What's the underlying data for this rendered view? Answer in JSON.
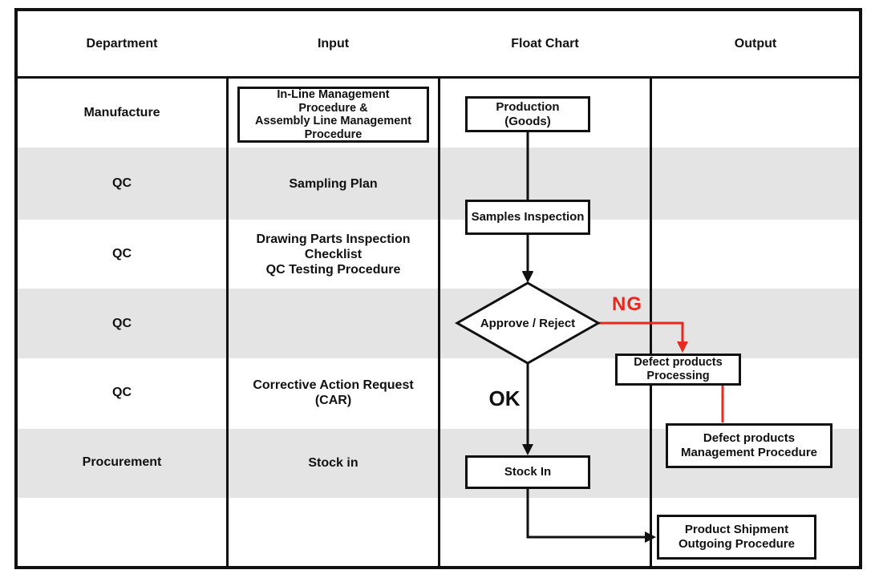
{
  "colors": {
    "accent_red": "#e8281e",
    "stripe_gray": "#e4e4e4",
    "line_black": "#111111"
  },
  "header": {
    "department": "Department",
    "input": "Input",
    "float_chart": "Float Chart",
    "output": "Output"
  },
  "departments": [
    {
      "label": "Manufacture"
    },
    {
      "label": "QC"
    },
    {
      "label": "QC"
    },
    {
      "label": "QC"
    },
    {
      "label": "QC"
    },
    {
      "label": "Procurement"
    }
  ],
  "inputs": {
    "inline_management_box": [
      "In-Line Management",
      "Procedure &",
      "Assembly Line Management",
      "Procedure"
    ],
    "sampling_plan": "Sampling Plan",
    "drawing_parts": [
      "Drawing Parts Inspection",
      "Checklist",
      "QC Testing Procedure"
    ],
    "corrective_action": [
      "Corrective Action Request",
      "(CAR)"
    ],
    "stock_in": "Stock in"
  },
  "flowchart": {
    "production": [
      "Production",
      "(Goods)"
    ],
    "samples_inspection": "Samples Inspection",
    "approve_reject": "Approve / Reject",
    "ng": "NG",
    "ok": "OK",
    "stock_in": "Stock In",
    "defect_processing": [
      "Defect products",
      "Processing"
    ],
    "defect_management": [
      "Defect products",
      "Management Procedure"
    ],
    "product_shipment": [
      "Product Shipment",
      "Outgoing Procedure"
    ]
  }
}
